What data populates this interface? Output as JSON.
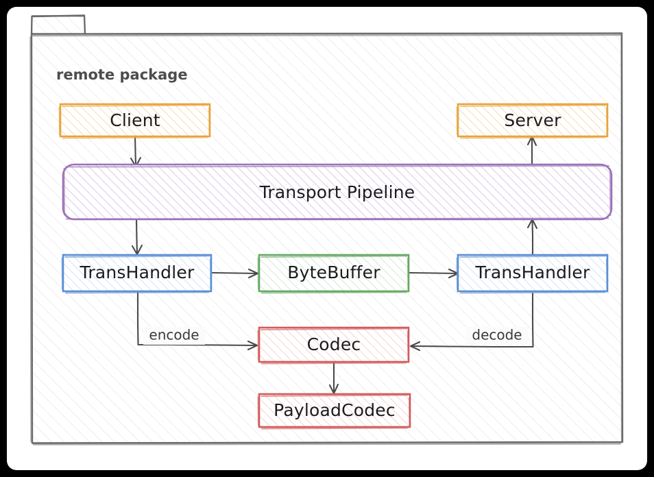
{
  "page": {
    "background_color": "#000000",
    "canvas_color": "#ffffff"
  },
  "package": {
    "label": "remote package",
    "label_color": "#4d4d4d",
    "frame_color": "#6b6b6b"
  },
  "nodes": [
    {
      "id": "client",
      "label": "Client",
      "color": "#e8a33d",
      "fill": "#fdf0da"
    },
    {
      "id": "server",
      "label": "Server",
      "color": "#e8a33d",
      "fill": "#fdf0da"
    },
    {
      "id": "pipeline",
      "label": "Transport Pipeline",
      "color": "#9b72b8",
      "fill": "#efe7f5"
    },
    {
      "id": "transhandler1",
      "label": "TransHandler",
      "color": "#5b8fd4",
      "fill": "#e8f0fb"
    },
    {
      "id": "bytebuffer",
      "label": "ByteBuffer",
      "color": "#66a865",
      "fill": "#e9f4e8"
    },
    {
      "id": "transhandler2",
      "label": "TransHandler",
      "color": "#5b8fd4",
      "fill": "#e8f0fb"
    },
    {
      "id": "codec",
      "label": "Codec",
      "color": "#d15c5c",
      "fill": "#fae9e8"
    },
    {
      "id": "payloadcodec",
      "label": "PayloadCodec",
      "color": "#d15c5c",
      "fill": "#fae9e8"
    }
  ],
  "edges": [
    {
      "id": "client-to-pipeline",
      "label": "",
      "from": "client",
      "to": "pipeline"
    },
    {
      "id": "pipeline-to-transhandler1",
      "label": "",
      "from": "pipeline",
      "to": "transhandler1"
    },
    {
      "id": "transhandler1-to-buffer",
      "label": "",
      "from": "transhandler1",
      "to": "bytebuffer"
    },
    {
      "id": "buffer-to-transhandler2",
      "label": "",
      "from": "bytebuffer",
      "to": "transhandler2"
    },
    {
      "id": "transhandler2-to-pipeline",
      "label": "",
      "from": "transhandler2",
      "to": "pipeline"
    },
    {
      "id": "pipeline-to-server",
      "label": "",
      "from": "pipeline",
      "to": "server"
    },
    {
      "id": "transhandler1-to-codec",
      "label": "encode",
      "from": "transhandler1",
      "to": "codec"
    },
    {
      "id": "transhandler2-to-codec",
      "label": "decode",
      "from": "transhandler2",
      "to": "codec"
    },
    {
      "id": "codec-to-payloadcodec",
      "label": "",
      "from": "codec",
      "to": "payloadcodec"
    }
  ],
  "edge_labels": {
    "encode": "encode",
    "decode": "decode"
  },
  "arrow_color": "#4a4a4a"
}
